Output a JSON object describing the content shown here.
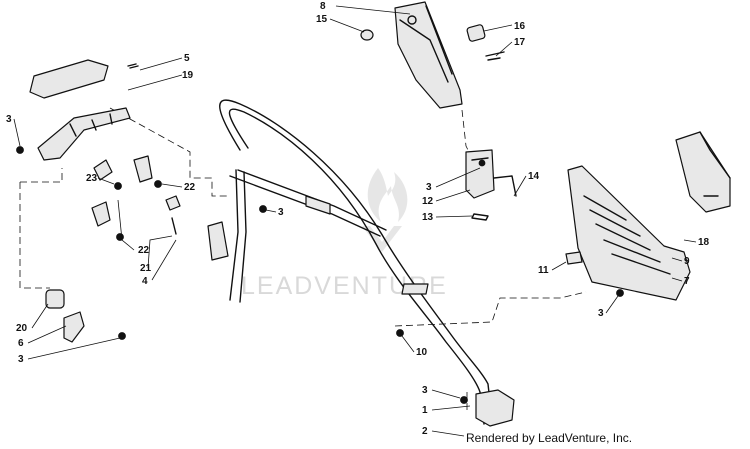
{
  "watermark": "LEADVENTURE",
  "credit": "Rendered by LeadVenture, Inc.",
  "callouts": {
    "c8": "8",
    "c15": "15",
    "c16": "16",
    "c17": "17",
    "c5": "5",
    "c19": "19",
    "c3a": "3",
    "c23": "23",
    "c22a": "22",
    "c22b": "22",
    "c21": "21",
    "c4": "4",
    "c3b": "3",
    "c14": "14",
    "c3c": "3",
    "c12": "12",
    "c13": "13",
    "c18": "18",
    "c9": "9",
    "c11": "11",
    "c7": "7",
    "c3d": "3",
    "c20": "20",
    "c6": "6",
    "c3e": "3",
    "c10": "10",
    "c3f": "3",
    "c1": "1",
    "c2": "2"
  }
}
